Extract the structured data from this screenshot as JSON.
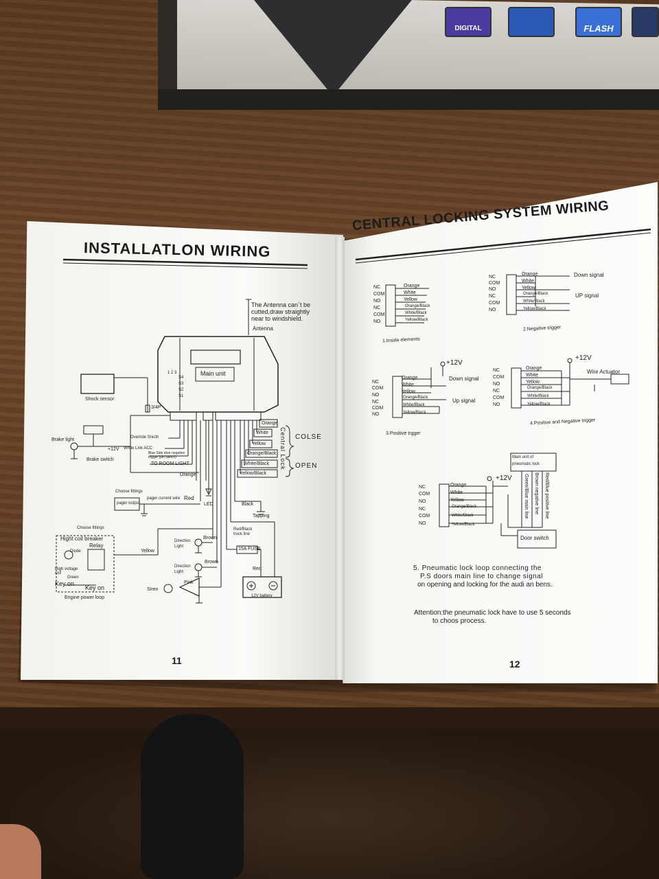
{
  "box": {
    "badges": [
      "DIGITAL",
      "",
      "FLASH",
      ""
    ]
  },
  "left_page": {
    "title": "INSTALLATLON  WIRING",
    "antenna_note": [
      "The Antenna can`t be",
      "cutted,draw straightly",
      "near to windshield."
    ],
    "antenna_label": "Antenna",
    "main_unit": "Main unit",
    "pins": [
      "1 2 3",
      "S4",
      "S3",
      "S2",
      "S1"
    ],
    "connector": "3/4P",
    "shock_sensor": "Shock sensor",
    "brake_light": "Brake light",
    "plus12v": "+12V",
    "brake_switch": "Brake switch",
    "override": "Override Snicth",
    "white_link": "White Link ACC",
    "blue_side": [
      "Blue Side door negative",
      "trigger (pin switch)"
    ],
    "to_room_light": "TO ROOM LIGHT",
    "orange": "Orange",
    "wires": [
      "Orange",
      "White",
      "Yellow",
      "Orange/Black",
      "White/Black",
      "Yellow/Black"
    ],
    "central_lock": "Central Lock",
    "colse": "COLSE",
    "open": "OPEN",
    "choose_fittings_1": "Choose fittings",
    "pager_output": "pager output",
    "pager_wire": "pager current wire",
    "red": "Red",
    "led": "LED",
    "black": "Black",
    "tapping": "Tapping",
    "red_black": [
      "Red/Black",
      "truck line"
    ],
    "choose_fittings_2": "Choose fittings",
    "hight_coil": "Hight coil breaker",
    "relay": "Relay",
    "diode": "Diode",
    "high_voltage": [
      "High voltage",
      "coil"
    ],
    "green": "Green",
    "key_on_left": "Key on",
    "key_on": "Key on",
    "engine_power": "Engine power loop",
    "yellow": "Yellow",
    "direction_light": [
      "Direction",
      "Light"
    ],
    "brown": "Brown",
    "fuse": "15A FUSE",
    "red2": "Red",
    "pink": "Pink",
    "siren": "Siren",
    "battery": "12V battery",
    "page_number": "11"
  },
  "right_page": {
    "title": "CENTRAL LOCKING SYSTEM WIRING",
    "contacts": [
      "NC",
      "COM",
      "NO",
      "NC",
      "COM",
      "NO"
    ],
    "colors": [
      "Orange",
      "White",
      "Yellow",
      "Orange/Black",
      "White/Black",
      "Yellow/Black"
    ],
    "inside_elements": "1.Inside elements",
    "down_signal": "Down signal",
    "up_signal": "UP signal",
    "up_signal_2": "Up signal",
    "negative_trigger": "2.Negative trigger",
    "plus12v": "+12V",
    "positive_trigger": "3.Positive trgger",
    "wire_actuator": "Wire Actuator",
    "pos_neg_trigger": "4.Positive and Negative trigger",
    "main_unit_pneumatic": [
      "Main unit of",
      "pneumatic lock"
    ],
    "vertical_wires": [
      "Green/Blue  main line",
      "Brown  negative line",
      "Red/Blue  positive line"
    ],
    "door_switch": "Door switch",
    "caption": [
      "5. Pneumatic lock loop connecting the",
      "P.S doors main line to change signal",
      "on opening and locking for the audi an bens."
    ],
    "attention": [
      "Attention:the pneumatic lock have to use 5 seconds",
      "to choos process."
    ],
    "page_number": "12"
  }
}
